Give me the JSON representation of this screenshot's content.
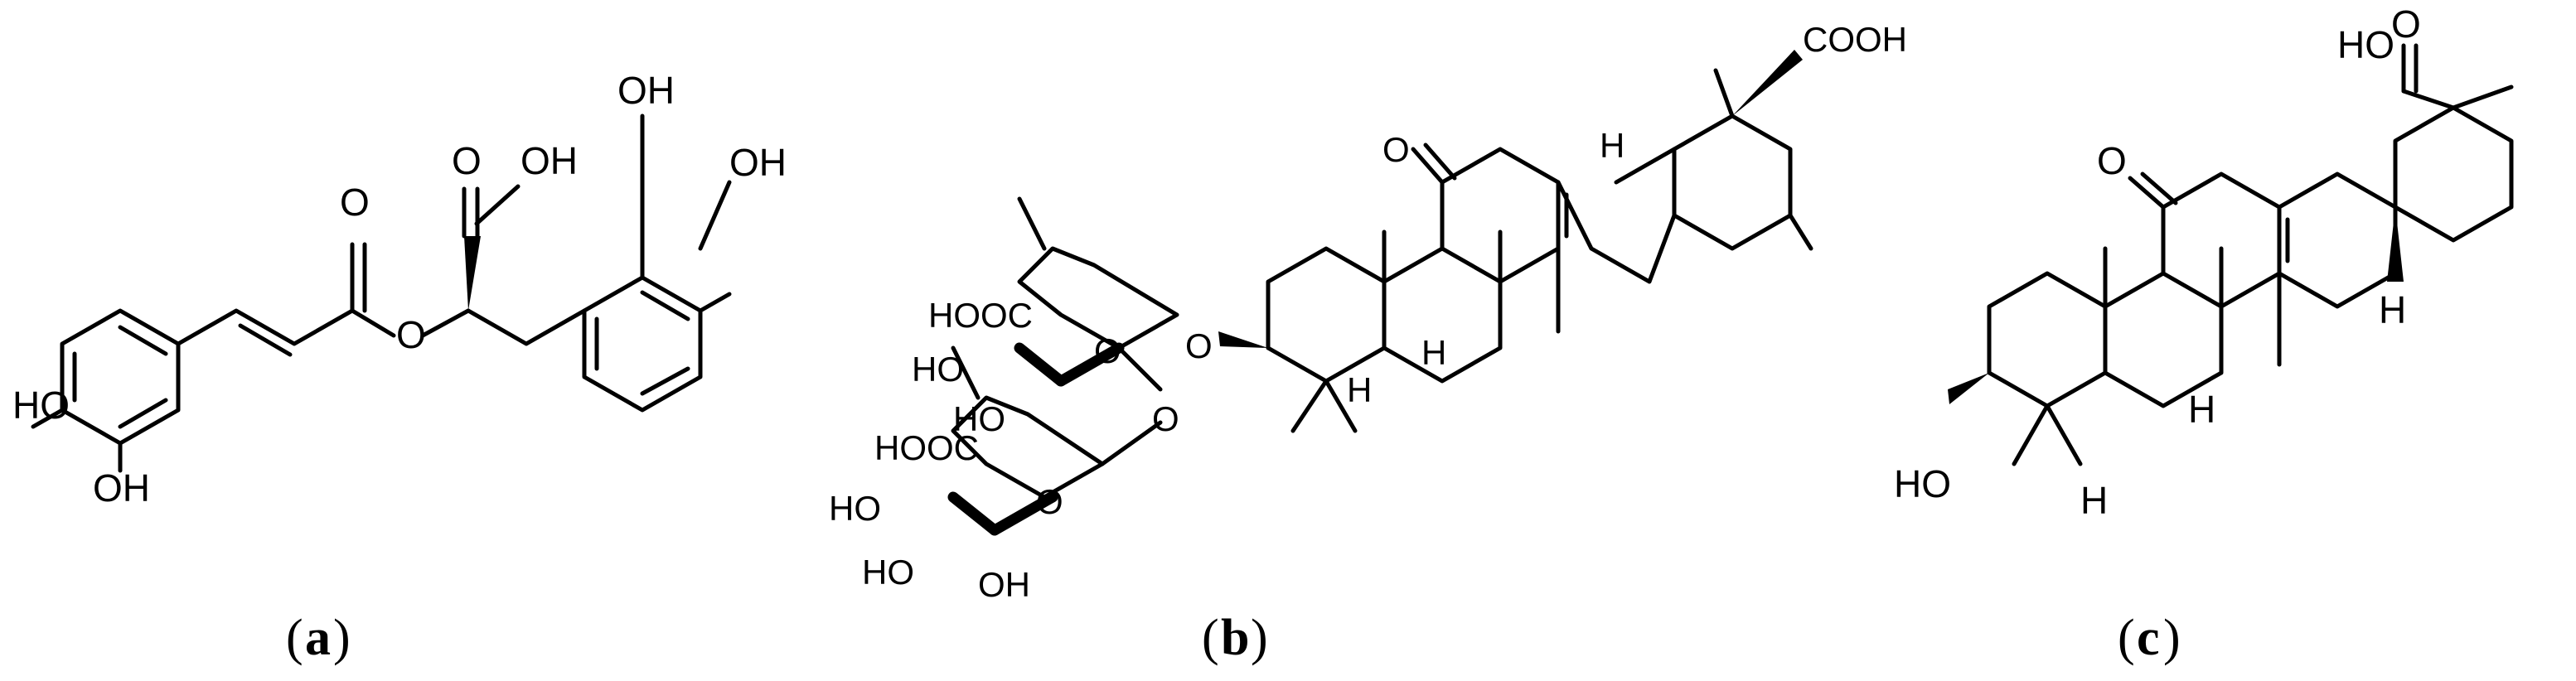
{
  "panels": [
    {
      "id": "a",
      "caption": "a",
      "atoms": {
        "ho1": "HO",
        "oh1": "OH",
        "o_carbonyl": "O",
        "o_ester": "O",
        "o_acid": "O",
        "oh_acid": "OH",
        "oh2": "OH",
        "oh3": "OH"
      }
    },
    {
      "id": "b",
      "caption": "b",
      "atoms": {
        "cooh": "COOH",
        "h1": "H",
        "o_ketone": "O",
        "h2": "H",
        "h3": "H",
        "o_link": "O",
        "hooc1": "HOOC",
        "ho1": "HO",
        "ring_o1": "O",
        "ho2": "HO",
        "o_glyco": "O",
        "hooc2": "HOOC",
        "ho3": "HO",
        "ring_o2": "O",
        "ho4": "HO",
        "oh1": "OH"
      }
    },
    {
      "id": "c",
      "caption": "c",
      "atoms": {
        "ho_acid": "HO",
        "o_acid": "O",
        "o_ketone": "O",
        "h1": "H",
        "h2": "H",
        "h3": "H",
        "ho1": "HO"
      }
    }
  ],
  "colors": {
    "ink": "#000000",
    "background": "#ffffff"
  }
}
